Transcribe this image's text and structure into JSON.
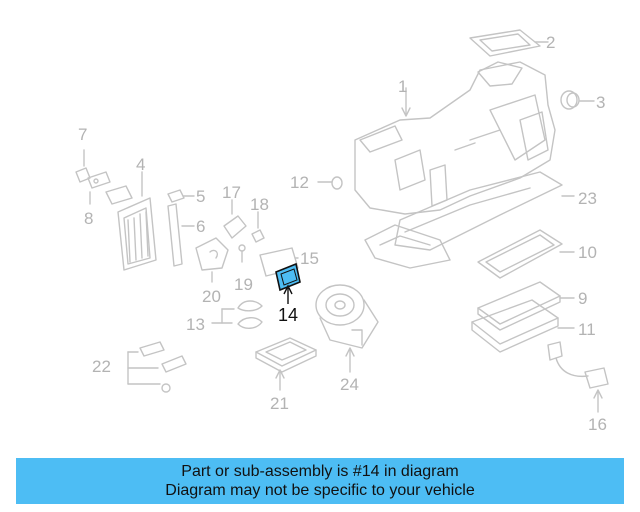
{
  "diagram": {
    "highlighted_part": "14",
    "highlight_color": "#4dbdf4",
    "line_color": "#c4c4c4",
    "label_color": "#b3b3b3",
    "callouts": {
      "c1": "1",
      "c2": "2",
      "c3": "3",
      "c4": "4",
      "c5": "5",
      "c6": "6",
      "c7": "7",
      "c8": "8",
      "c9": "9",
      "c10": "10",
      "c11": "11",
      "c12": "12",
      "c13": "13",
      "c14": "14",
      "c15": "15",
      "c16": "16",
      "c17": "17",
      "c18": "18",
      "c19": "19",
      "c20": "20",
      "c21": "21",
      "c22": "22",
      "c23": "23",
      "c24": "24"
    }
  },
  "banner": {
    "line1": "Part or sub-assembly is #14 in diagram",
    "line2": "Diagram may not be specific to your vehicle",
    "background": "#4dbdf4"
  }
}
